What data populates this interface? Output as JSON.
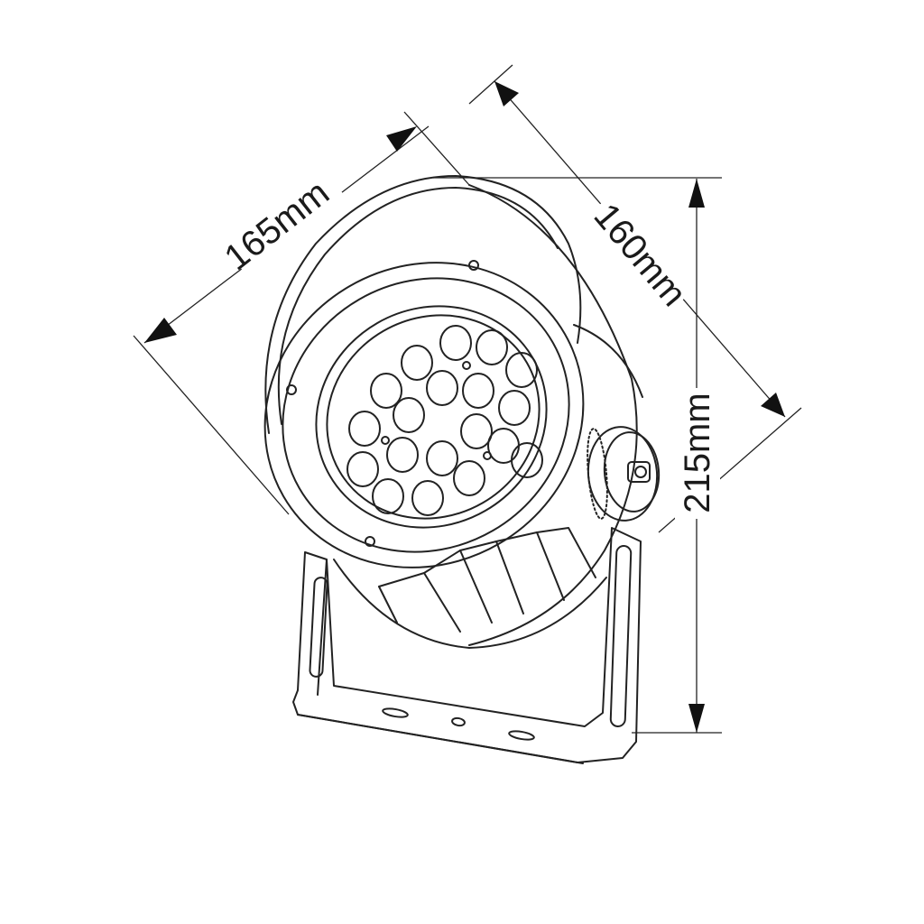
{
  "dimensions": {
    "width_a": "165mm",
    "width_b": "160mm",
    "height": "215mm"
  },
  "led_count": 19,
  "colors": {
    "line": "#222222",
    "background": "#ffffff"
  }
}
